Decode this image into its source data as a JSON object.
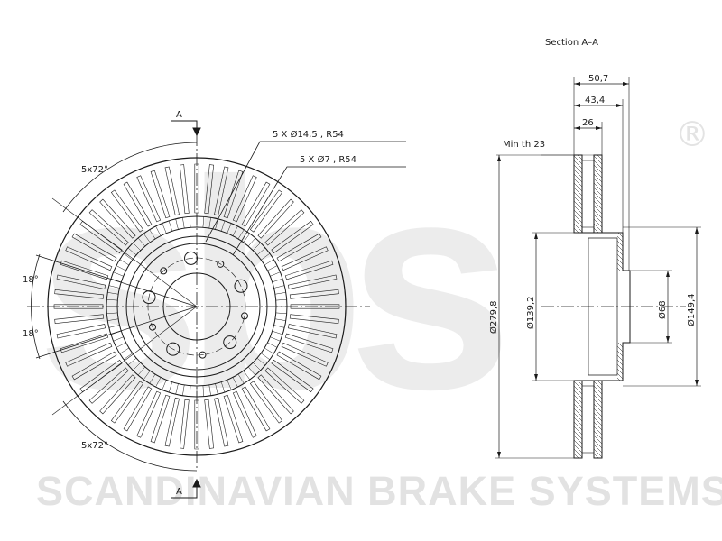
{
  "watermark": {
    "logo_text": "sbs",
    "registered_mark": "®",
    "brand_line": "SCANDINAVIAN BRAKE SYSTEMS"
  },
  "section": {
    "title": "Section A–A",
    "width_total": "50,7",
    "width_mid": "43,4",
    "width_inner": "26",
    "min_thickness": "Min th 23",
    "outer_diameter": "Ø279,8",
    "hat_diameter": "Ø139,2",
    "center_bore": "Ø68",
    "hub_diameter": "Ø149,4"
  },
  "front_view": {
    "cut_mark_top": "A",
    "cut_mark_bottom": "A",
    "bolt_holes": "5 X Ø14,5 , R54",
    "small_holes": "5 X Ø7 , R54",
    "angle_top": "5x72°",
    "angle_bottom": "5x72°",
    "angle_left_upper": "18°",
    "angle_left_lower": "18°"
  },
  "colors": {
    "line": "#1a1a1a",
    "watermark": "#e6e6e6"
  }
}
